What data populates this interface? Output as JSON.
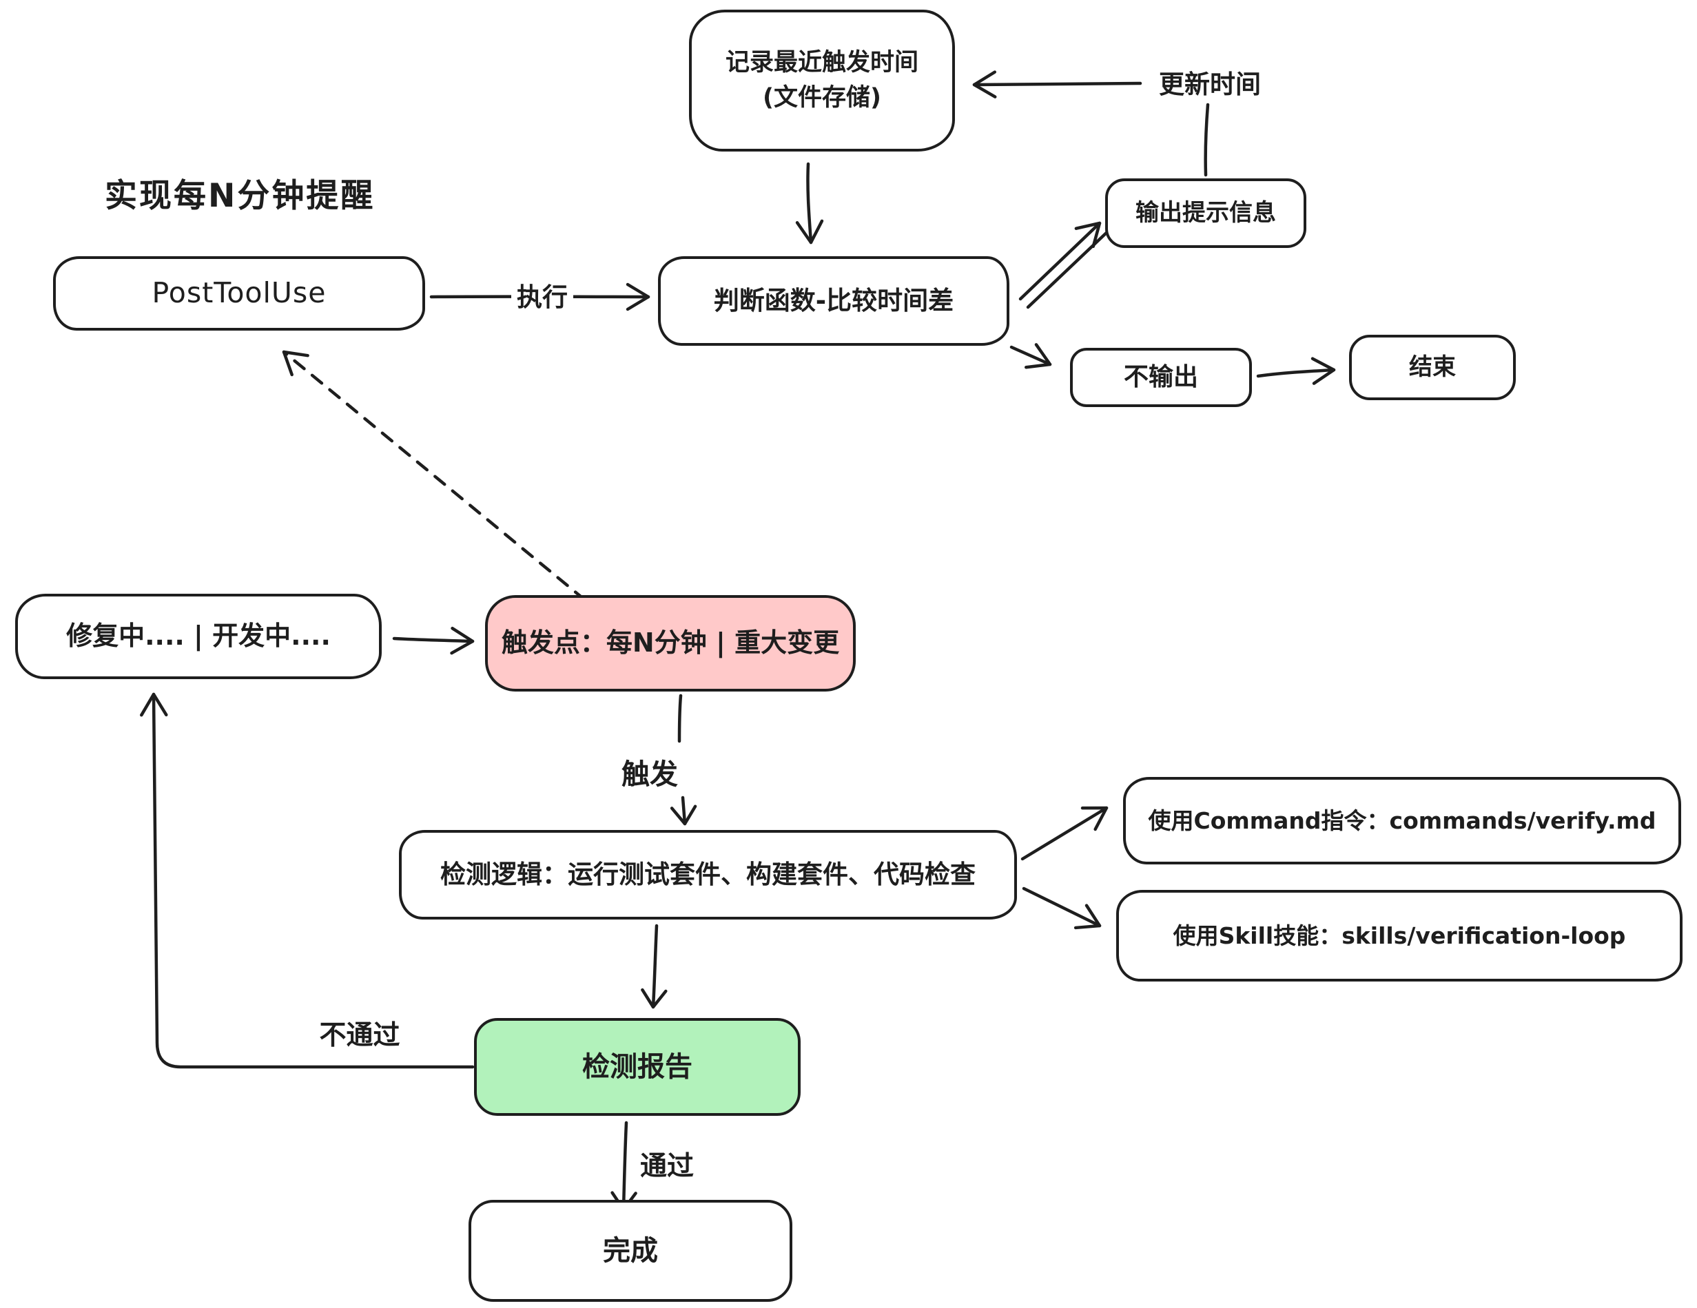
{
  "diagram": {
    "title": "实现每N分钟提醒",
    "nodes": {
      "record": {
        "line1": "记录最近触发时间",
        "line2": "(文件存储)"
      },
      "posttooluse": {
        "label": "PostToolUse"
      },
      "judge": {
        "label": "判断函数-比较时间差"
      },
      "output_info": {
        "label": "输出提示信息"
      },
      "no_output": {
        "label": "不输出"
      },
      "end": {
        "label": "结束"
      },
      "fixing": {
        "label": "修复中.... | 开发中...."
      },
      "trigger_point": {
        "label": "触发点：每N分钟 | 重大变更"
      },
      "detect_logic": {
        "label": "检测逻辑：运行测试套件、构建套件、代码检查"
      },
      "use_command": {
        "label": "使用Command指令：commands/verify.md"
      },
      "use_skill": {
        "label": "使用Skill技能：skills/verification-loop"
      },
      "report": {
        "label": "检测报告"
      },
      "done": {
        "label": "完成"
      }
    },
    "edge_labels": {
      "execute": "执行",
      "update_time": "更新时间",
      "trigger": "触发",
      "fail": "不通过",
      "pass": "通过"
    },
    "colors": {
      "stroke": "#1e1e1e",
      "trigger_fill": "#ffc9c9",
      "report_fill": "#b2f2bb",
      "background": "#ffffff"
    }
  }
}
